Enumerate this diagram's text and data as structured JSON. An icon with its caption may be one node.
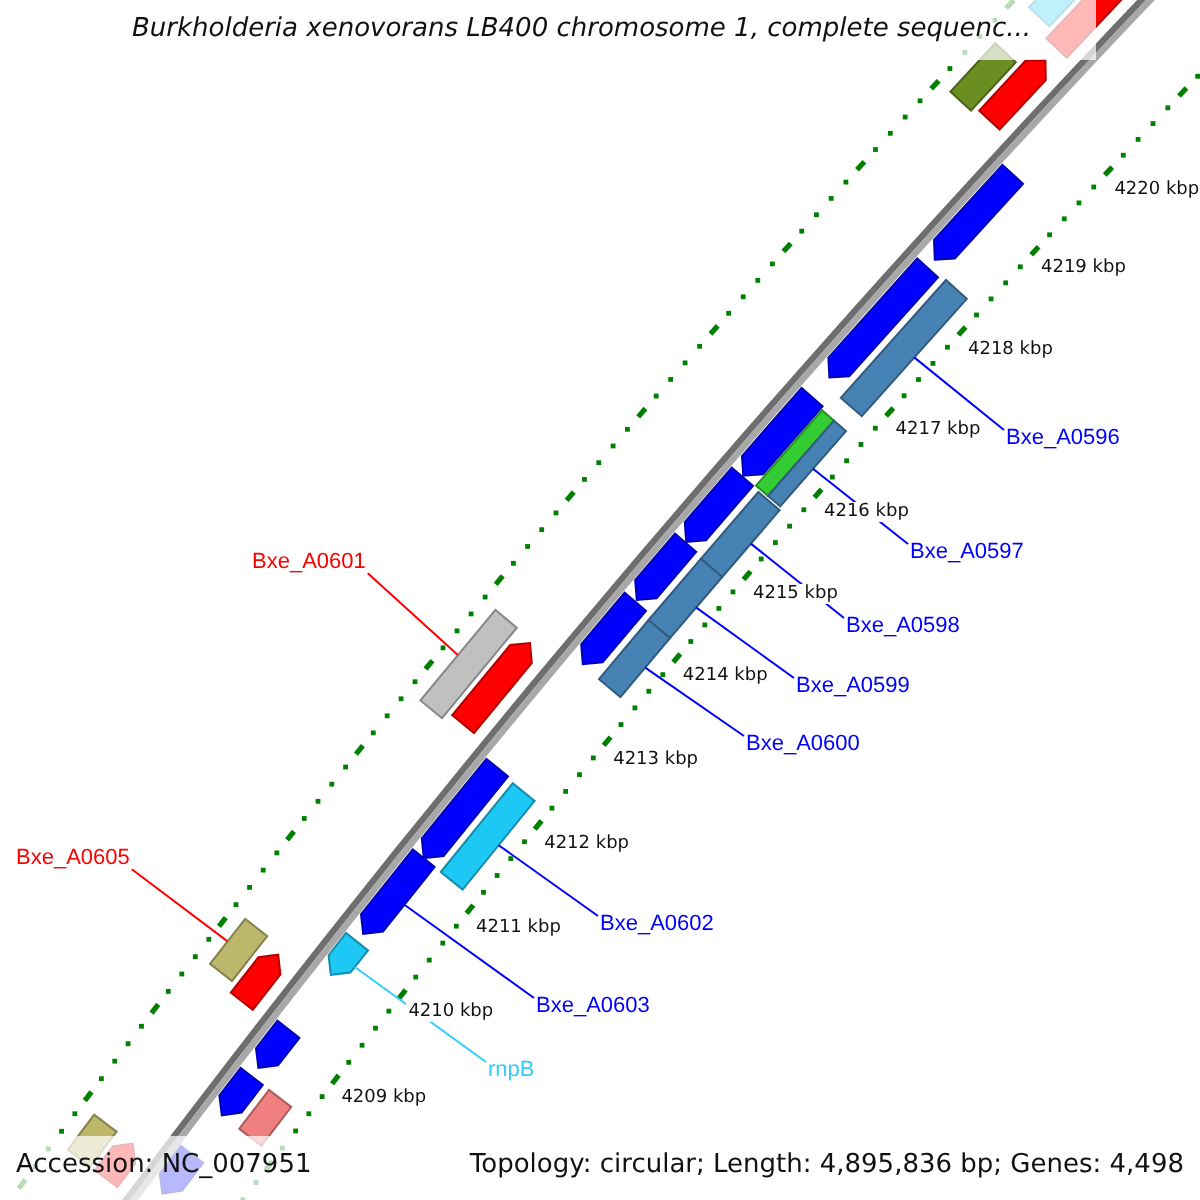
{
  "diagram": {
    "title": "Burkholderia xenovorans LB400 chromosome 1, complete sequenc...",
    "nodes": [
      {
        "text": [
          "Bxe_A0596"
        ]
      },
      {
        "text": [
          "Bxe_A0597"
        ]
      },
      {
        "text": [
          "Bxe_A0601"
        ]
      },
      {
        "text": [
          "Bxe_A0598"
        ]
      },
      {
        "text": [
          "Bxe_A0599"
        ]
      },
      {
        "text": [
          "Bxe_A0600"
        ]
      },
      {
        "text": [
          "Bxe_A0605"
        ]
      },
      {
        "text": [
          "Bxe_A0602"
        ]
      },
      {
        "text": [
          "Bxe_A0603"
        ]
      },
      {
        "text": [
          "rnpB"
        ]
      },
      {
        "text": [],
        "shape": "bar"
      },
      {
        "text": [],
        "shape": "bar"
      },
      {
        "text": [],
        "shape": "bar"
      },
      {
        "text": [],
        "shape": "bar"
      },
      {
        "text": [],
        "shape": "bar"
      },
      {
        "text": [],
        "shape": "bar"
      },
      {
        "text": [],
        "shape": "bar"
      },
      {
        "text": [],
        "shape": "arrow"
      },
      {
        "text": [],
        "shape": "bar"
      },
      {
        "text": [],
        "shape": "arrow"
      }
    ],
    "edges": [
      {
        "from": 0,
        "to": 10,
        "arrow": "none"
      },
      {
        "from": 1,
        "to": 11,
        "arrow": "none"
      },
      {
        "from": 2,
        "to": 15,
        "arrow": "none",
        "color": "#ff0000"
      },
      {
        "from": 3,
        "to": 12,
        "arrow": "none"
      },
      {
        "from": 4,
        "to": 13,
        "arrow": "none"
      },
      {
        "from": 5,
        "to": 14,
        "arrow": "none"
      },
      {
        "from": 6,
        "to": 18,
        "arrow": "none",
        "color": "#ff0000"
      },
      {
        "from": 7,
        "to": 16,
        "arrow": "none"
      },
      {
        "from": 8,
        "to": 17,
        "arrow": "none"
      },
      {
        "from": 9,
        "to": 19,
        "arrow": "none",
        "color": "#33ccff"
      }
    ],
    "labels": [
      "4220 kbp",
      "4219 kbp",
      "4218 kbp",
      "4217 kbp",
      "4216 kbp",
      "4215 kbp",
      "4214 kbp",
      "4213 kbp",
      "4212 kbp",
      "4211 kbp",
      "4210 kbp",
      "4209 kbp",
      "Accession: NC_007951",
      "Topology: circular; Length: 4,895,836 bp; Genes: 4,498"
    ]
  }
}
